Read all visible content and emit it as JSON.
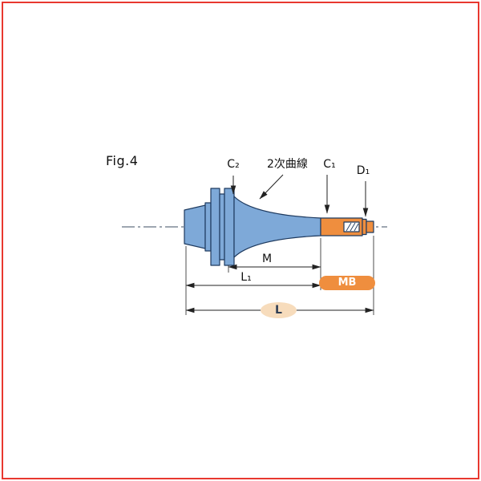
{
  "figure": {
    "label": "Fig.4"
  },
  "callouts": {
    "c2": "C₂",
    "curve": "2次曲線",
    "c1": "C₁",
    "d1": "D₁"
  },
  "dimensions": {
    "m": "M",
    "l1": "L₁",
    "mb": "MB",
    "l": "L"
  },
  "colors": {
    "body_blue": "#7ea9d8",
    "outline_navy": "#1e3a5f",
    "bar_orange": "#ef8e3e",
    "badge_peach": "#f7dcbc",
    "frame_red": "#e8382f",
    "line_dark": "#222222"
  }
}
